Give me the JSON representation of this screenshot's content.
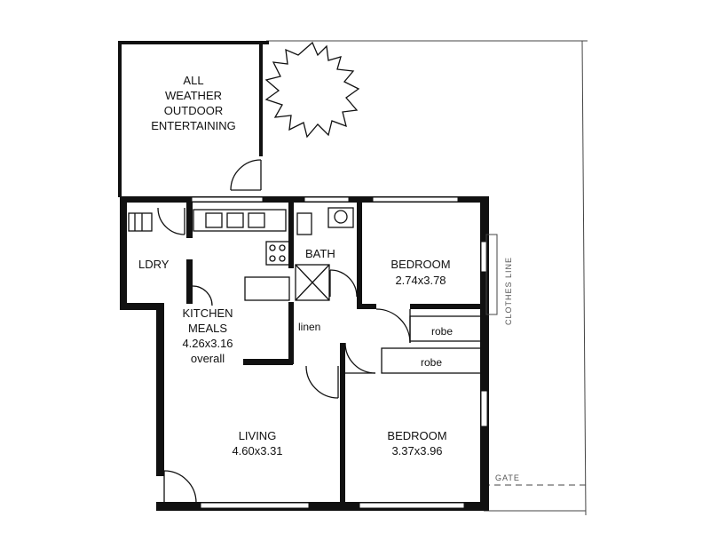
{
  "rooms": {
    "outdoor": {
      "lines": [
        "ALL",
        "WEATHER",
        "OUTDOOR",
        "ENTERTAINING"
      ]
    },
    "laundry": {
      "name": "LDRY"
    },
    "bath": {
      "name": "BATH"
    },
    "bedroom1": {
      "name": "BEDROOM",
      "size": "2.74x3.78"
    },
    "bedroom2": {
      "name": "BEDROOM",
      "size": "3.37x3.96"
    },
    "kitchen": {
      "lines": [
        "KITCHEN",
        "MEALS",
        "4.26x3.16",
        "overall"
      ]
    },
    "living": {
      "name": "LIVING",
      "size": "4.60x3.31"
    },
    "linen": {
      "name": "linen"
    },
    "robe1": {
      "name": "robe"
    },
    "robe2": {
      "name": "robe"
    }
  },
  "site": {
    "clothes_line": "CLOTHES LINE",
    "gate": "GATE"
  }
}
